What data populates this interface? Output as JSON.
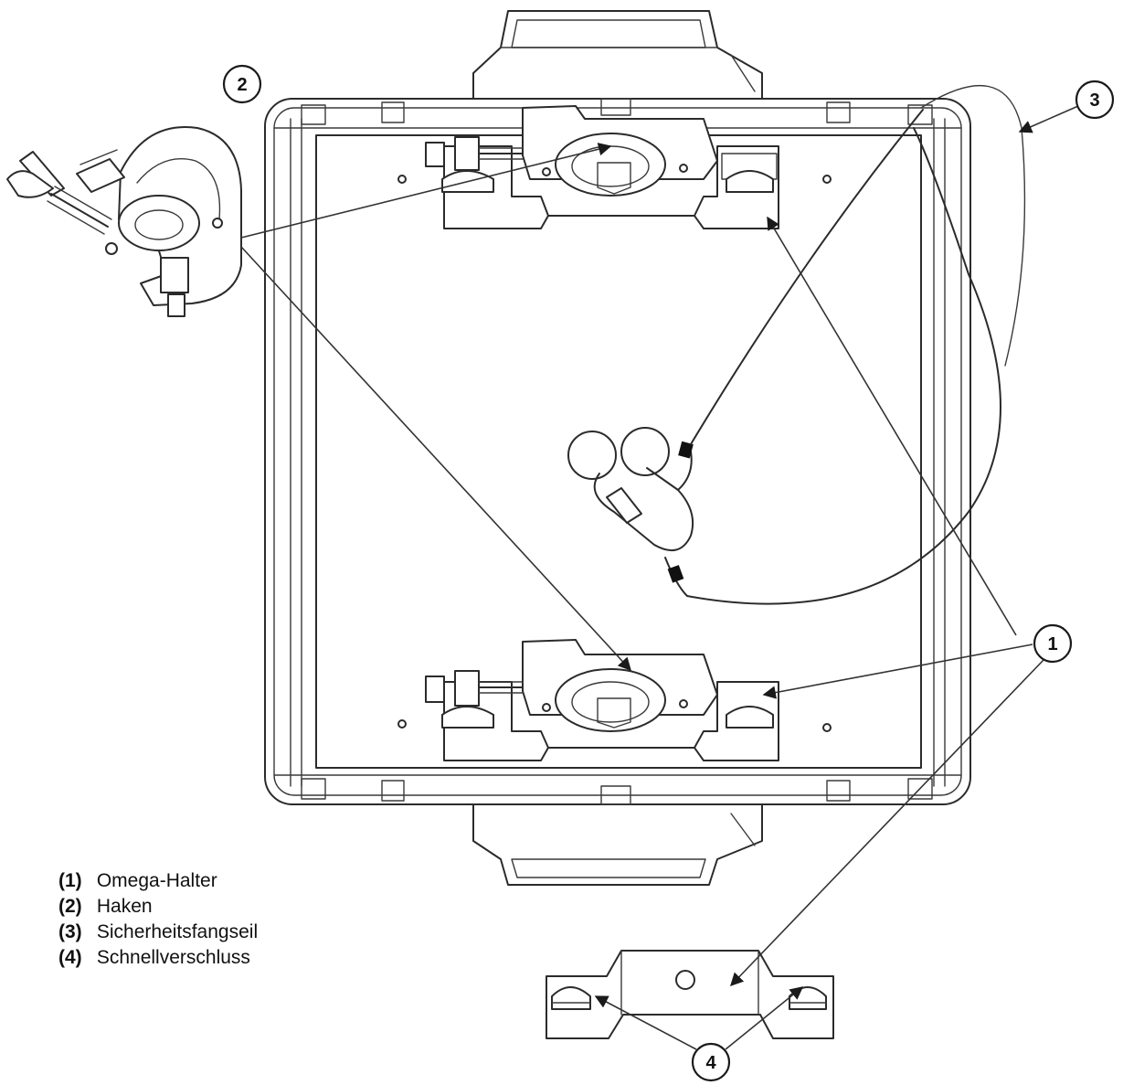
{
  "callouts": {
    "c1": "1",
    "c2": "2",
    "c3": "3",
    "c4": "4"
  },
  "legend": [
    {
      "num": "(1)",
      "label": "Omega-Halter"
    },
    {
      "num": "(2)",
      "label": "Haken"
    },
    {
      "num": "(3)",
      "label": "Sicherheitsfangseil"
    },
    {
      "num": "(4)",
      "label": "Schnellverschluss"
    }
  ]
}
